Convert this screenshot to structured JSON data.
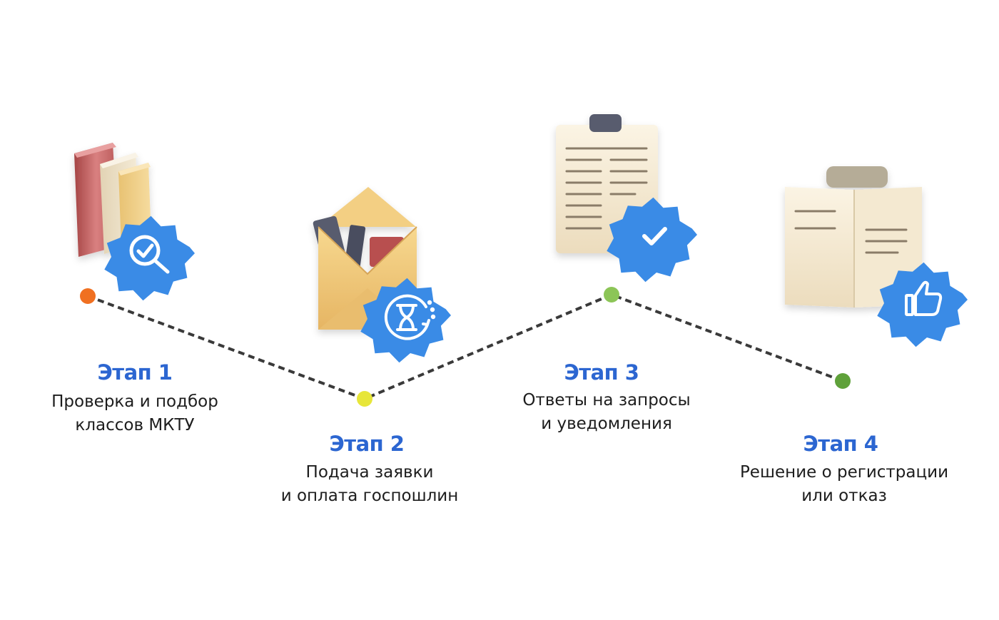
{
  "stages": [
    {
      "title": "Этап 1",
      "line1": "Проверка и подбор",
      "line2": "классов МКТУ",
      "illustration": "books-icon",
      "badge_icon": "magnifier-check-icon",
      "dot_color": "#f07021"
    },
    {
      "title": "Этап 2",
      "line1": "Подача заявки",
      "line2": "и оплата госпошлин",
      "illustration": "envelope-icon",
      "badge_icon": "hourglass-icon",
      "dot_color": "#e7e63a"
    },
    {
      "title": "Этап 3",
      "line1": "Ответы на запросы",
      "line2": "и уведомления",
      "illustration": "clipboard-icon",
      "badge_icon": "checkmark-icon",
      "dot_color": "#8cc557"
    },
    {
      "title": "Этап 4",
      "line1": "Решение о регистрации",
      "line2": "или отказ",
      "illustration": "open-folder-icon",
      "badge_icon": "thumbs-up-icon",
      "dot_color": "#5fa13a"
    }
  ],
  "colors": {
    "badge": "#3a8be6",
    "title": "#2c66d1",
    "connector": "#3a3a3a"
  }
}
